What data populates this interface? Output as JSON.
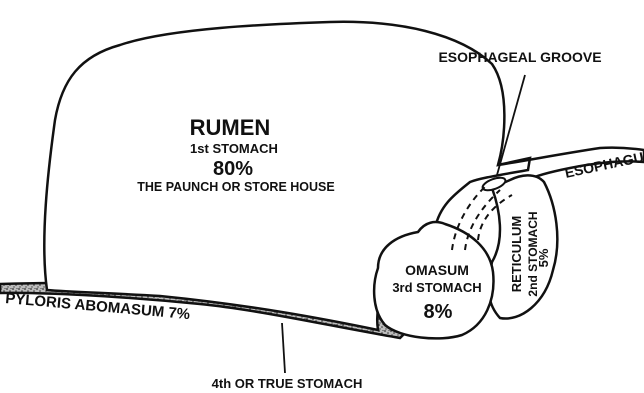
{
  "diagram": {
    "rumen": {
      "name": "RUMEN",
      "sub": "1st STOMACH",
      "percent": "80%",
      "desc": "THE PAUNCH OR STORE HOUSE"
    },
    "esophageal_groove": "ESOPHAGEAL GROOVE",
    "esophagus": "ESOPHAGUS",
    "reticulum": {
      "name": "RETICULUM",
      "sub": "2nd STOMACH",
      "percent": "5%"
    },
    "omasum": {
      "name": "OMASUM",
      "sub": "3rd STOMACH",
      "percent": "8%"
    },
    "abomasum": {
      "label": "PYLORIS ABOMASUM 7%",
      "caption": "4th OR TRUE STOMACH"
    }
  }
}
